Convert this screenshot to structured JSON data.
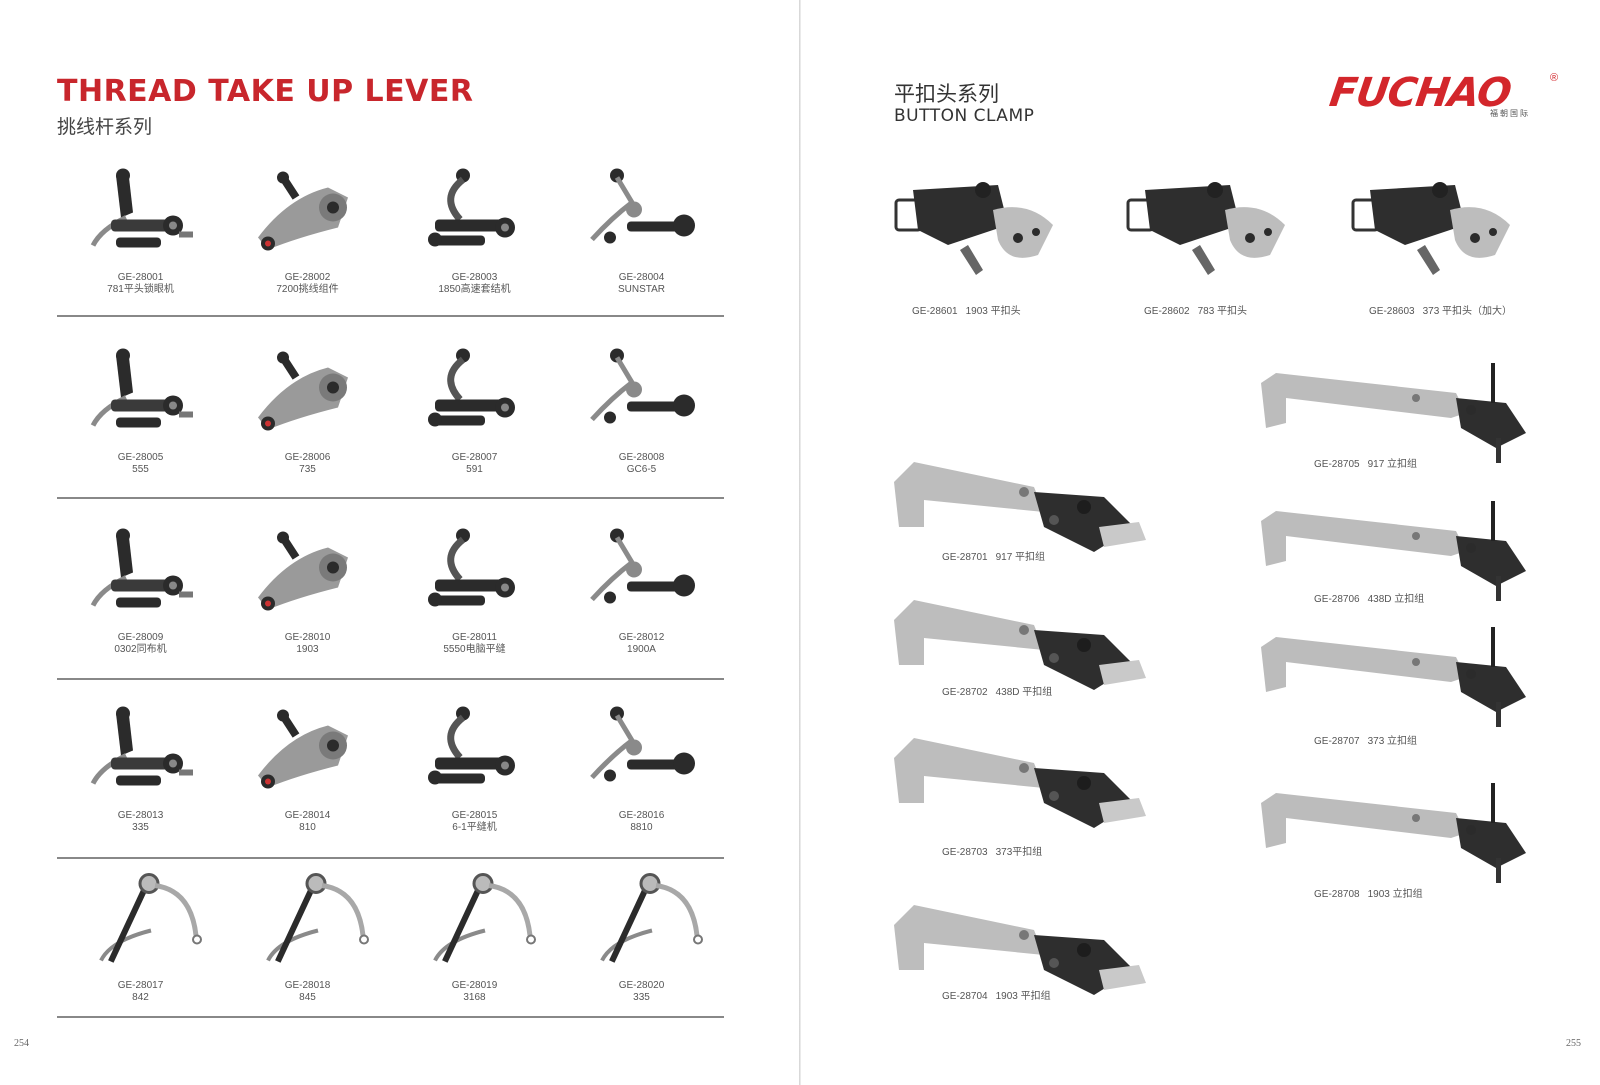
{
  "left": {
    "title": "THREAD TAKE UP LEVER",
    "subtitle": "挑线杆系列",
    "page_number": "254",
    "rows": [
      [
        {
          "code": "GE-28001",
          "name": "781平头锁眼机"
        },
        {
          "code": "GE-28002",
          "name": "7200挑线组件"
        },
        {
          "code": "GE-28003",
          "name": "1850高速套结机"
        },
        {
          "code": "GE-28004",
          "name": "SUNSTAR"
        }
      ],
      [
        {
          "code": "GE-28005",
          "name": "555"
        },
        {
          "code": "GE-28006",
          "name": "735"
        },
        {
          "code": "GE-28007",
          "name": "591"
        },
        {
          "code": "GE-28008",
          "name": "GC6-5"
        }
      ],
      [
        {
          "code": "GE-28009",
          "name": "0302同布机"
        },
        {
          "code": "GE-28010",
          "name": "1903"
        },
        {
          "code": "GE-28011",
          "name": "5550电脑平缝"
        },
        {
          "code": "GE-28012",
          "name": "1900A"
        }
      ],
      [
        {
          "code": "GE-28013",
          "name": "335"
        },
        {
          "code": "GE-28014",
          "name": "810"
        },
        {
          "code": "GE-28015",
          "name": "6-1平缝机"
        },
        {
          "code": "GE-28016",
          "name": "8810"
        }
      ],
      [
        {
          "code": "GE-28017",
          "name": "842"
        },
        {
          "code": "GE-28018",
          "name": "845"
        },
        {
          "code": "GE-28019",
          "name": "3168"
        },
        {
          "code": "GE-28020",
          "name": "335"
        }
      ]
    ]
  },
  "right": {
    "title_cn": "平扣头系列",
    "title_en": "BUTTON CLAMP",
    "logo": {
      "text": "FUCHAO",
      "reg": "®",
      "sub": "福朝国际"
    },
    "page_number": "255",
    "top_row": [
      {
        "code": "GE-28601",
        "name": "1903 平扣头"
      },
      {
        "code": "GE-28602",
        "name": "783 平扣头"
      },
      {
        "code": "GE-28603",
        "name": "373 平扣头（加大）"
      }
    ],
    "left_column": [
      {
        "code": "GE-28701",
        "name": "917 平扣组"
      },
      {
        "code": "GE-28702",
        "name": "438D 平扣组"
      },
      {
        "code": "GE-28703",
        "name": "373平扣组"
      },
      {
        "code": "GE-28704",
        "name": "1903 平扣组"
      }
    ],
    "right_column": [
      {
        "code": "GE-28705",
        "name": "917 立扣组"
      },
      {
        "code": "GE-28706",
        "name": "438D 立扣组"
      },
      {
        "code": "GE-28707",
        "name": "373 立扣组"
      },
      {
        "code": "GE-28708",
        "name": "1903 立扣组"
      }
    ]
  },
  "colors": {
    "brand_red": "#c8262c",
    "rule": "#888888",
    "part_dark": "#2b2b2b",
    "part_metal": "#9a9a9a"
  },
  "icons": [
    "thread-lever-icon",
    "button-clamp-icon",
    "clamp-assembly-icon"
  ]
}
